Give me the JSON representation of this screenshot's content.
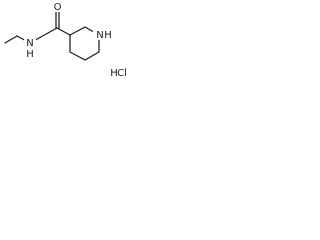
{
  "molecule": {
    "atoms": {
      "amide_n": "N",
      "amide_h": "H",
      "carbonyl_o": "O",
      "ring_n": "N",
      "ring_h": "H"
    },
    "salt": {
      "h": "H",
      "cl": "Cl"
    }
  }
}
